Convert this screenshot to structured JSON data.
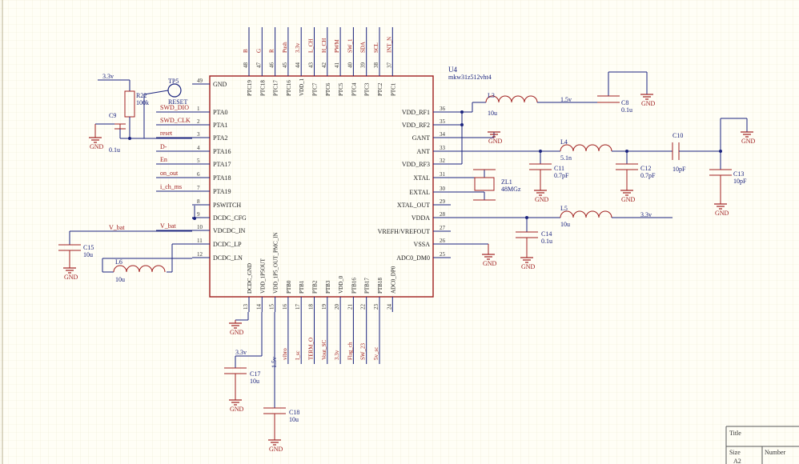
{
  "ic": {
    "ref": "U4",
    "part": "mkw31z512vht4",
    "left_pins": [
      {
        "num": "49",
        "name": "GND",
        "net": ""
      },
      {
        "num": "1",
        "name": "PTA0",
        "net": "SWD_DIO"
      },
      {
        "num": "2",
        "name": "PTA1",
        "net": "SWD_CLK"
      },
      {
        "num": "3",
        "name": "PTA2",
        "net": "reset"
      },
      {
        "num": "4",
        "name": "PTA16",
        "net": "D-"
      },
      {
        "num": "5",
        "name": "PTA17",
        "net": "En"
      },
      {
        "num": "6",
        "name": "PTA18",
        "net": "on_out"
      },
      {
        "num": "7",
        "name": "PTA19",
        "net": "i_ch_ms"
      },
      {
        "num": "8",
        "name": "PSWITCH",
        "net": ""
      },
      {
        "num": "9",
        "name": "DCDC_CFG",
        "net": ""
      },
      {
        "num": "10",
        "name": "VDCDC_IN",
        "net": "V_bat"
      },
      {
        "num": "11",
        "name": "DCDC_LP",
        "net": ""
      },
      {
        "num": "12",
        "name": "DCDC_LN",
        "net": ""
      }
    ],
    "right_pins": [
      {
        "num": "36",
        "name": "VDD_RF1"
      },
      {
        "num": "35",
        "name": "VDD_RF2"
      },
      {
        "num": "34",
        "name": "GANT"
      },
      {
        "num": "33",
        "name": "ANT"
      },
      {
        "num": "32",
        "name": "VDD_RF3"
      },
      {
        "num": "31",
        "name": "XTAL"
      },
      {
        "num": "30",
        "name": "EXTAL"
      },
      {
        "num": "29",
        "name": "XTAL_OUT"
      },
      {
        "num": "28",
        "name": "VDDA"
      },
      {
        "num": "27",
        "name": "VREFH/VREFOUT"
      },
      {
        "num": "26",
        "name": "VSSA"
      },
      {
        "num": "25",
        "name": "ADC0_DM0"
      }
    ],
    "top_pins": [
      {
        "num": "48",
        "name": "PTC19",
        "net": "B"
      },
      {
        "num": "47",
        "name": "PTC18",
        "net": "G"
      },
      {
        "num": "46",
        "name": "PTC17",
        "net": "R"
      },
      {
        "num": "45",
        "name": "PTC16",
        "net": "Push"
      },
      {
        "num": "44",
        "name": "VDD_1",
        "net": "3.3v"
      },
      {
        "num": "43",
        "name": "PTC7",
        "net": "L_CH"
      },
      {
        "num": "42",
        "name": "PTC6",
        "net": "H_CH"
      },
      {
        "num": "41",
        "name": "PTC5",
        "net": "PWM"
      },
      {
        "num": "40",
        "name": "PTC4",
        "net": "SW_1"
      },
      {
        "num": "39",
        "name": "PTC3",
        "net": "SDA"
      },
      {
        "num": "38",
        "name": "PTC2",
        "net": "SCL"
      },
      {
        "num": "37",
        "name": "PTC1",
        "net": "INT_N"
      }
    ],
    "bottom_pins": [
      {
        "num": "13",
        "name": "DCDC_GND",
        "net": ""
      },
      {
        "num": "14",
        "name": "VDD_1P5OUT",
        "net": ""
      },
      {
        "num": "15",
        "name": "VDD_1P5_OUT_PMC_IN",
        "net": "1.5v"
      },
      {
        "num": "16",
        "name": "PTB0",
        "net": "vibro"
      },
      {
        "num": "17",
        "name": "PTB1",
        "net": "I_sc"
      },
      {
        "num": "18",
        "name": "PTB2",
        "net": "TERM_O"
      },
      {
        "num": "19",
        "name": "PTB3",
        "net": "Vout_SC"
      },
      {
        "num": "20",
        "name": "VDD_0",
        "net": "3.3v"
      },
      {
        "num": "21",
        "name": "PTB16",
        "net": "Flag_ch"
      },
      {
        "num": "22",
        "name": "PTB17",
        "net": "SW_23"
      },
      {
        "num": "23",
        "name": "PTB18",
        "net": "5v_sc"
      },
      {
        "num": "24",
        "name": "ADC0_DP0",
        "net": ""
      }
    ]
  },
  "components": {
    "R22": {
      "ref": "R22",
      "value": "100k"
    },
    "TP5": {
      "ref": "TP5",
      "value": "RESET"
    },
    "C9": {
      "ref": "C9",
      "value": "0.1u"
    },
    "C15": {
      "ref": "C15",
      "value": "10u"
    },
    "L6": {
      "ref": "L6",
      "value": "10u"
    },
    "C17": {
      "ref": "C17",
      "value": "10u"
    },
    "C18": {
      "ref": "C18",
      "value": "10u"
    },
    "L3": {
      "ref": "L3",
      "value": "10u"
    },
    "C8": {
      "ref": "C8",
      "value": "0.1u"
    },
    "L4": {
      "ref": "L4",
      "value": "5.1n"
    },
    "C10": {
      "ref": "C10",
      "value": "10pF"
    },
    "C11": {
      "ref": "C11",
      "value": "0.7pF"
    },
    "C12": {
      "ref": "C12",
      "value": "0.7pF"
    },
    "C13": {
      "ref": "C13",
      "value": "10pF"
    },
    "ZL1": {
      "ref": "ZL1",
      "value": "48MGz"
    },
    "L5": {
      "ref": "L5",
      "value": "10u"
    },
    "C14": {
      "ref": "C14",
      "value": "0.1u"
    }
  },
  "nets": {
    "v33": "3.3v",
    "v15": "1.5v",
    "vbat": "V_bat",
    "gnd": "GND"
  },
  "title_block": {
    "title": "Title",
    "size": "Size",
    "number": "Number",
    "size_value": "A2"
  }
}
